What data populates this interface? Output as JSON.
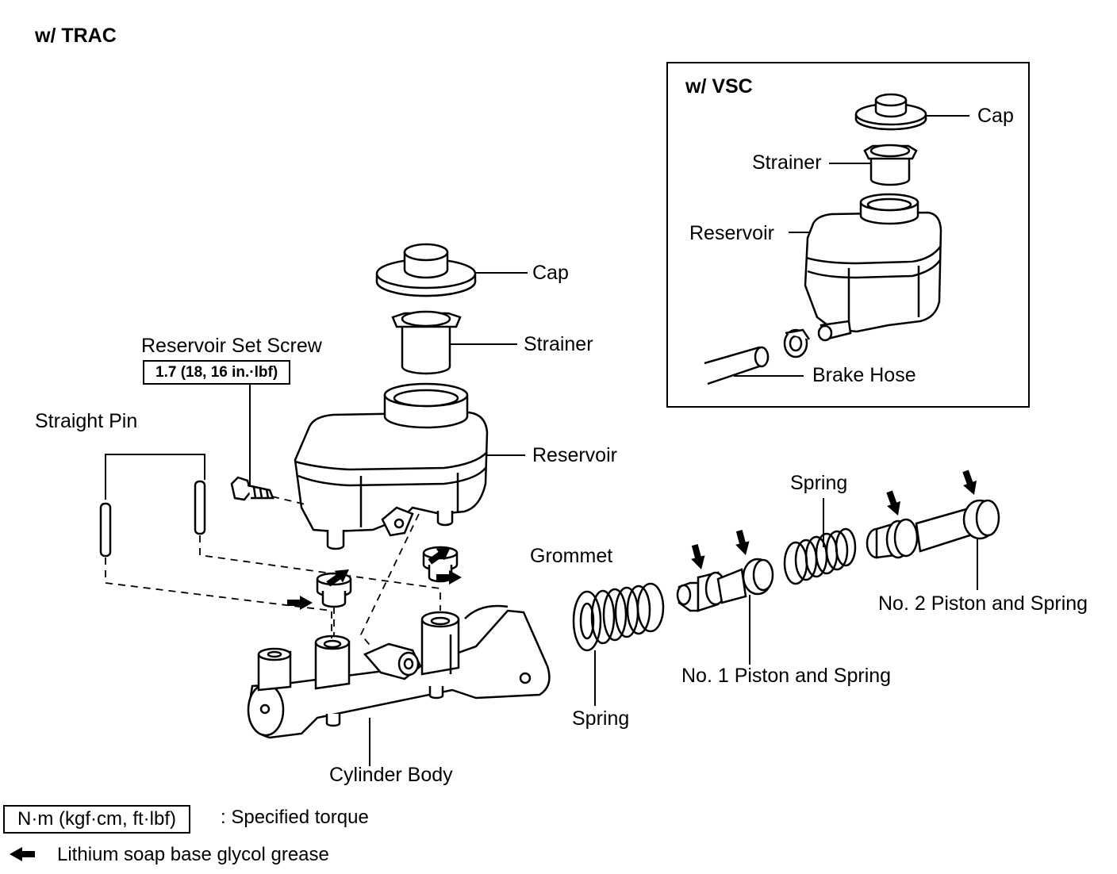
{
  "header": {
    "section_label": "w/ TRAC"
  },
  "main_assembly": {
    "cap": "Cap",
    "strainer": "Strainer",
    "reservoir_set_screw": "Reservoir Set Screw",
    "torque_value": "1.7 (18, 16 in.·lbf)",
    "reservoir": "Reservoir",
    "straight_pin": "Straight Pin",
    "grommet": "Grommet",
    "cylinder_body": "Cylinder Body",
    "spring_lower": "Spring",
    "spring_upper": "Spring",
    "no1_piston": "No. 1 Piston and Spring",
    "no2_piston": "No. 2 Piston and Spring"
  },
  "vsc_inset": {
    "title": "w/ VSC",
    "cap": "Cap",
    "strainer": "Strainer",
    "reservoir": "Reservoir",
    "brake_hose": "Brake Hose"
  },
  "legend": {
    "torque_unit": "N·m (kgf·cm, ft·lbf)",
    "torque_desc": ": Specified torque",
    "grease_desc": "Lithium soap base glycol grease"
  }
}
